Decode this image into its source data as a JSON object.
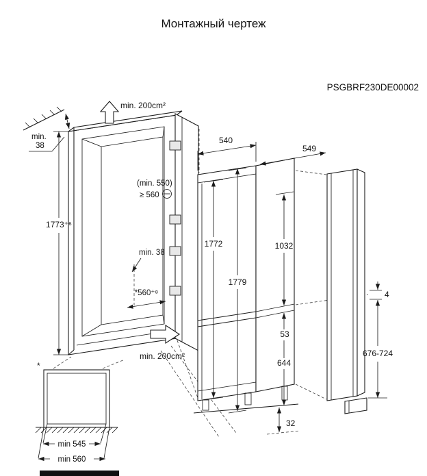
{
  "title": "Монтажный чертеж",
  "drawing_code": "PSGBRF230DE00002",
  "colors": {
    "line": "#1c1c1c",
    "background": "#ffffff"
  },
  "niche": {
    "top_vent_area": "min. 200cm²",
    "bottom_vent_area": "min. 200cm²",
    "rear_gap_label_line1": "min.",
    "rear_gap_label_line2": "38",
    "height": "1773⁺⁶",
    "depth_min": "(min. 550)",
    "depth_recommended": "≥ 560",
    "side_gap": "min. 38",
    "width": "*560⁺⁸"
  },
  "appliance": {
    "width": "540",
    "depth": "549",
    "door_height": "1772",
    "total_height": "1779",
    "upper_door_height": "1032",
    "door_gap": "53",
    "lower_door_height": "644",
    "bottom_clearance": "32"
  },
  "side_panel": {
    "top_gap": "4",
    "mounting_range": "676-724"
  },
  "plinth_detail": {
    "footnote": "*",
    "inner_width": "min 545",
    "outer_width": "min 560"
  }
}
